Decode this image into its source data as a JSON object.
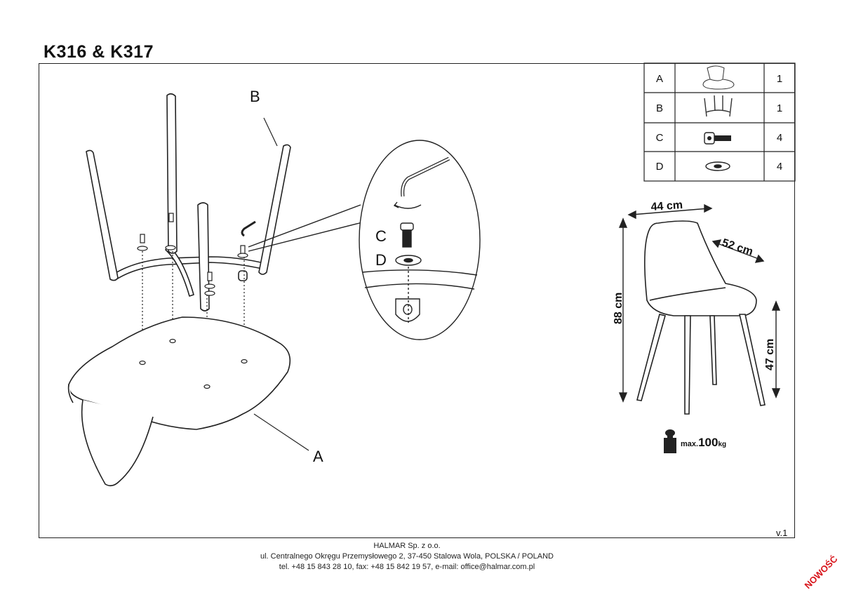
{
  "document": {
    "title": "K316 & K317",
    "version": "v.1"
  },
  "parts_table": [
    {
      "letter": "A",
      "icon": "seat-shell-icon",
      "qty": "1"
    },
    {
      "letter": "B",
      "icon": "leg-frame-icon",
      "qty": "1"
    },
    {
      "letter": "C",
      "icon": "bolt-icon",
      "qty": "4"
    },
    {
      "letter": "D",
      "icon": "washer-icon",
      "qty": "4"
    }
  ],
  "callouts": {
    "part_a": "A",
    "part_b": "B",
    "detail_c": "C",
    "detail_d": "D"
  },
  "dimensions": {
    "width": "44 cm",
    "depth": "52 cm",
    "height": "88 cm",
    "seat_height": "47 cm"
  },
  "load": {
    "prefix": "max.",
    "value": "100",
    "unit": "kg"
  },
  "footer": {
    "company": "HALMAR Sp. z o.o.",
    "address": "ul. Centralnego Okręgu Przemysłowego 2, 37-450 Stalowa Wola, POLSKA / POLAND",
    "contact": "tel. +48 15 843 28 10, fax: +48 15 842 19 57, e-mail: office@halmar.com.pl"
  },
  "stamp": "NOWOŚĆ",
  "colors": {
    "line": "#222222",
    "stamp": "#d8141b"
  }
}
